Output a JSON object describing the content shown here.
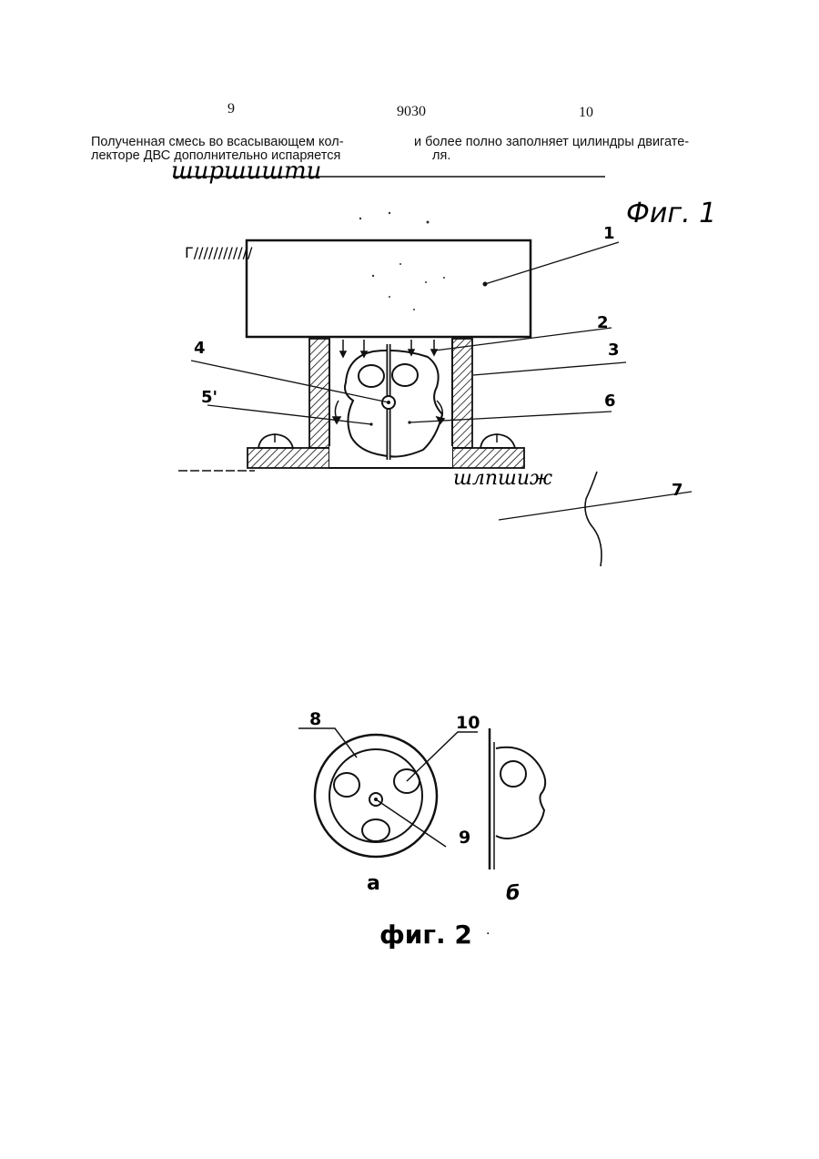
{
  "header": {
    "page_left": "9",
    "doc_number": "9030",
    "page_right": "10"
  },
  "text": {
    "left_col_line1": "Полученная смесь во всасывающем кол-",
    "left_col_line2": "лекторе ДВС дополнительно испаряется",
    "right_col_line1": "и более полно заполняет цилиндры двигате-",
    "right_col_line2": "ля."
  },
  "fig1": {
    "caption": "Фиг. 1",
    "top_hatch_text": "ширшишти",
    "left_hatch_text": "Г////////////",
    "bottom_hatch_text": "шлпшиж",
    "labels": [
      "1",
      "2",
      "3",
      "4",
      "5'",
      "6",
      "7"
    ]
  },
  "fig2": {
    "caption": "фиг. 2",
    "labels": [
      "8",
      "10",
      "9"
    ],
    "sub_a": "а",
    "sub_b": "б"
  }
}
